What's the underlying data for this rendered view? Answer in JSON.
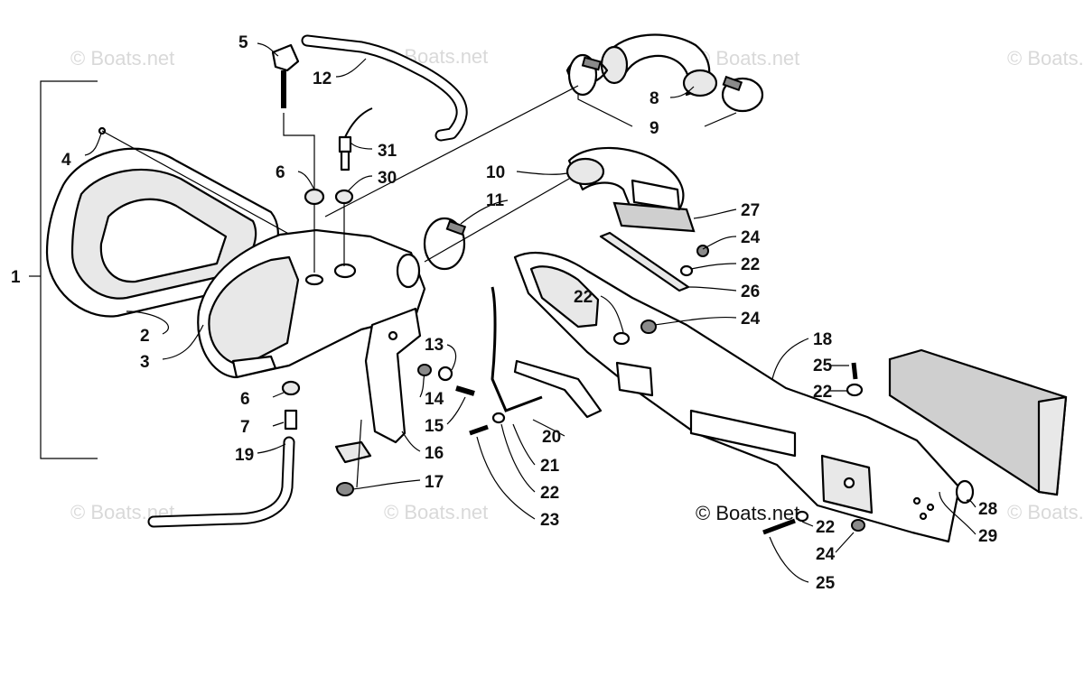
{
  "watermark": {
    "text": "© Boats.net",
    "copyright_text": "© Boats.net"
  },
  "callouts": [
    {
      "id": "c1",
      "text": "1"
    },
    {
      "id": "c2",
      "text": "2"
    },
    {
      "id": "c3",
      "text": "3"
    },
    {
      "id": "c4",
      "text": "4"
    },
    {
      "id": "c5",
      "text": "5"
    },
    {
      "id": "c6a",
      "text": "6"
    },
    {
      "id": "c6b",
      "text": "6"
    },
    {
      "id": "c7",
      "text": "7"
    },
    {
      "id": "c8",
      "text": "8"
    },
    {
      "id": "c9",
      "text": "9"
    },
    {
      "id": "c10",
      "text": "10"
    },
    {
      "id": "c11",
      "text": "11"
    },
    {
      "id": "c12",
      "text": "12"
    },
    {
      "id": "c13",
      "text": "13"
    },
    {
      "id": "c14",
      "text": "14"
    },
    {
      "id": "c15",
      "text": "15"
    },
    {
      "id": "c16",
      "text": "16"
    },
    {
      "id": "c17",
      "text": "17"
    },
    {
      "id": "c18",
      "text": "18"
    },
    {
      "id": "c19",
      "text": "19"
    },
    {
      "id": "c20",
      "text": "20"
    },
    {
      "id": "c21",
      "text": "21"
    },
    {
      "id": "c22a",
      "text": "22"
    },
    {
      "id": "c22b",
      "text": "22"
    },
    {
      "id": "c22c",
      "text": "22"
    },
    {
      "id": "c22d",
      "text": "22"
    },
    {
      "id": "c22e",
      "text": "22"
    },
    {
      "id": "c23",
      "text": "23"
    },
    {
      "id": "c24a",
      "text": "24"
    },
    {
      "id": "c24b",
      "text": "24"
    },
    {
      "id": "c24c",
      "text": "24"
    },
    {
      "id": "c25a",
      "text": "25"
    },
    {
      "id": "c25b",
      "text": "25"
    },
    {
      "id": "c26",
      "text": "26"
    },
    {
      "id": "c27",
      "text": "27"
    },
    {
      "id": "c28",
      "text": "28"
    },
    {
      "id": "c29",
      "text": "29"
    },
    {
      "id": "c30",
      "text": "30"
    },
    {
      "id": "c31",
      "text": "31"
    }
  ]
}
